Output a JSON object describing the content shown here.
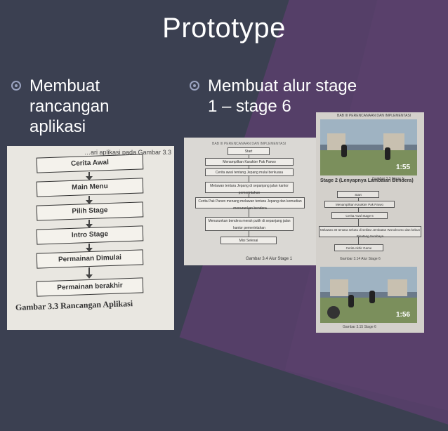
{
  "slide": {
    "title": "Prototype",
    "bullets": [
      {
        "text": "Membuat\nrancangan\naplikasi"
      },
      {
        "text": "Membuat alur stage\n1 – stage 6"
      }
    ]
  },
  "photo_left": {
    "header": "…ari aplikasi pada Gambar 3.3",
    "steps": [
      "Cerita Awal",
      "Main Menu",
      "Pilih Stage",
      "Intro Stage",
      "Permainan Dimulai",
      "Permainan berakhir"
    ],
    "caption": "Gambar 3.3 Rancangan Aplikasi"
  },
  "photo_mid": {
    "header": "BAB III PERENCANAAN DAN IMPLEMENTASI",
    "steps": [
      "Start",
      "Menampilkan Karakter Pak Parwo",
      "Cerita awal tentang Jepang mulai berkuasa",
      "Melawan tentara Jepang di sepanjang jalan kantor pemerintahan",
      "Cerita Pak Parwo menang melawan tentara Jepang dan kemudian menurunkan bendera",
      "Menurunkan bendera merah putih di sepanjang jalan kantor pemerintahan",
      "Misi Selesai"
    ],
    "caption": "Gambar 3.4 Alur Stage 1"
  },
  "photo_right": {
    "header": "BAB III PERENCANAAN DAN IMPLEMENTASI",
    "stage_label": "Stage 2 (Lenyapnya Lambaian Bendera)",
    "top_caption": "Gambar 3.3 Stage 1",
    "steps": [
      "Start",
      "Menampilkan Karakter Pak Parwo",
      "Cerita Awal Stage 6",
      "Melawan 30 tentara sekutu di sekitar Jembatan Wonokromo dan kebun Binatang Surabaya",
      "Cerita Akhir Game"
    ],
    "mid_caption": "Gambar 3.14 Alur Stage 6",
    "bottom_caption": "Gambar 3.15 Stage 6",
    "timers": [
      "1:55",
      "1:56"
    ]
  },
  "colors": {
    "background": "#3b4051",
    "accent": "#5a3f6c",
    "text": "#ffffff"
  }
}
